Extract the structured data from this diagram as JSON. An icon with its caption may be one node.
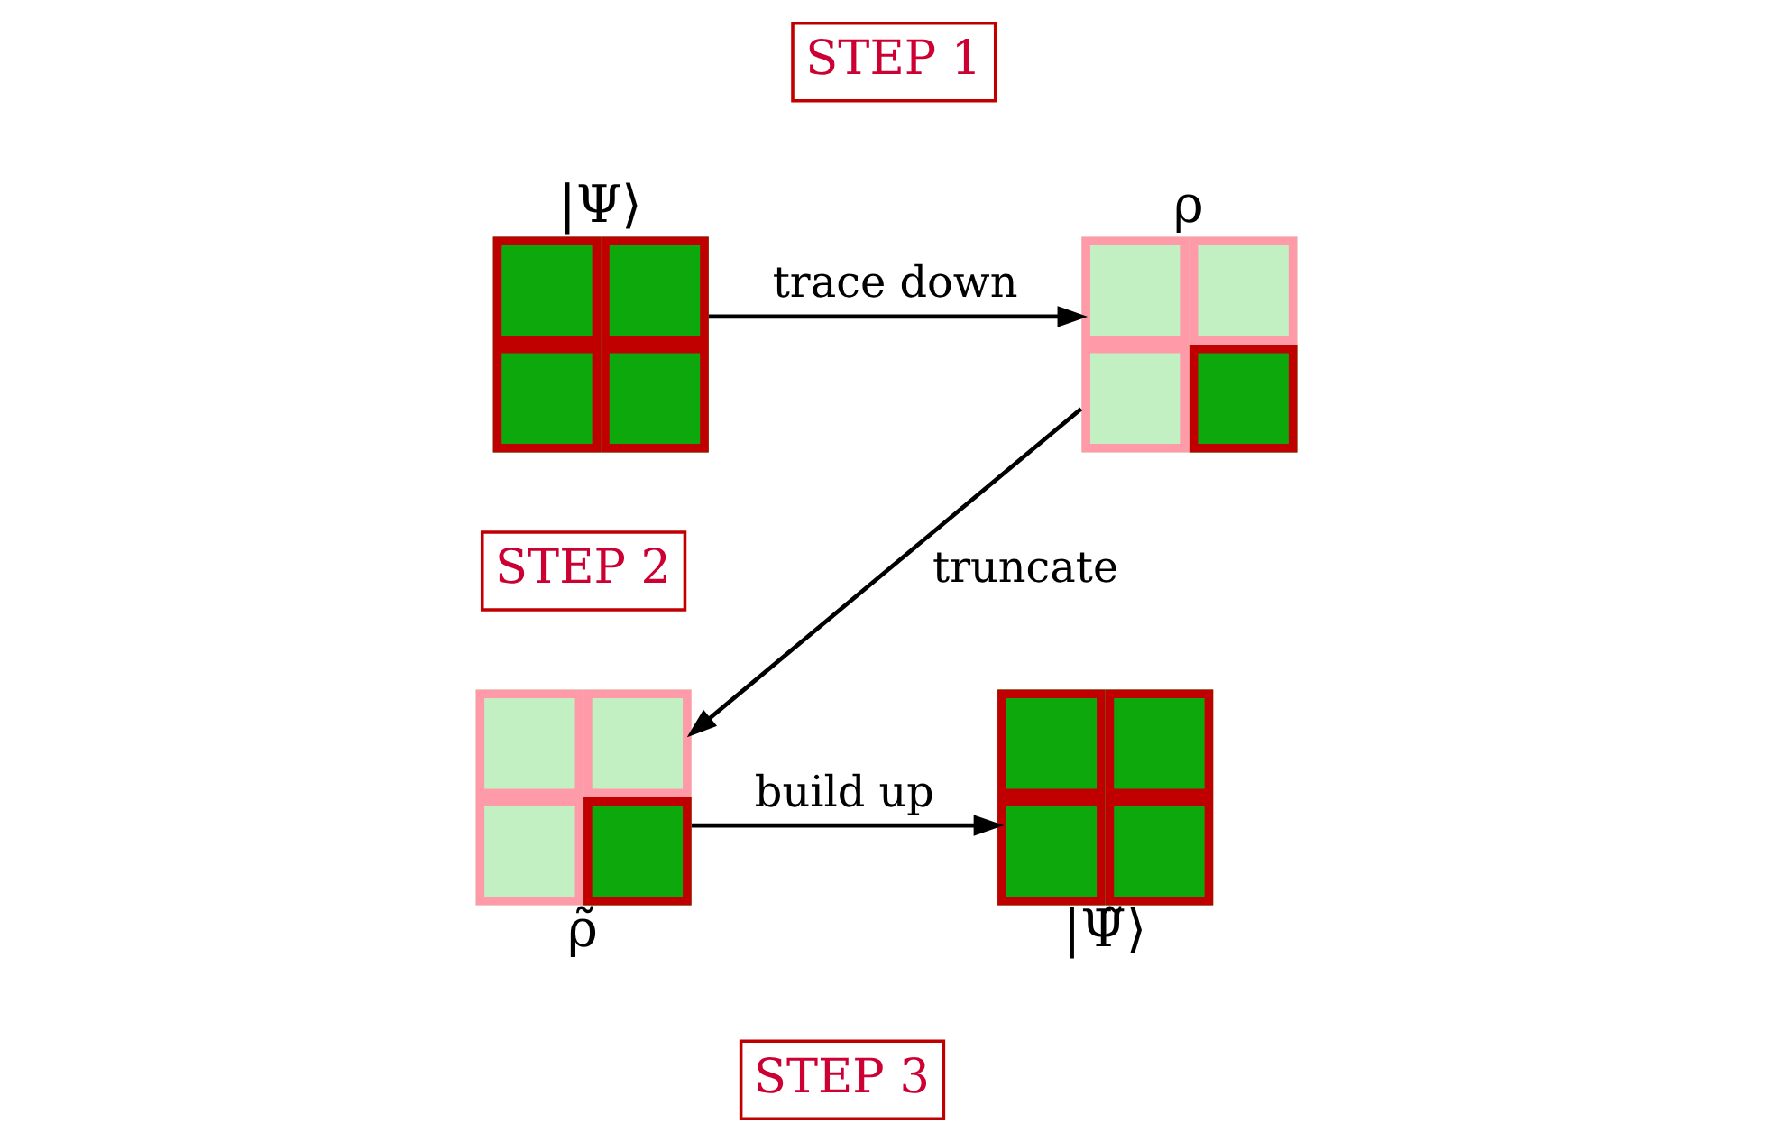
{
  "diagram": {
    "nodes": [
      {
        "text": [
          "|Ψ⟩"
        ]
      },
      {
        "text": [
          "STEP 1"
        ]
      },
      {
        "text": [
          "ρ"
        ]
      },
      {
        "text": [
          "STEP 2"
        ]
      },
      {
        "text": [
          "|Ψ̃⟩"
        ]
      },
      {
        "text": [
          "STEP 3"
        ]
      },
      {
        "text": [
          "ρ̃"
        ]
      }
    ],
    "edges": [
      {
        "from": 0,
        "to": 2,
        "arrow": "to",
        "label": "trace down"
      },
      {
        "from": 2,
        "to": 6,
        "arrow": "to",
        "label": "truncate"
      },
      {
        "from": 6,
        "to": 4,
        "arrow": "to",
        "label": "build up"
      }
    ]
  }
}
